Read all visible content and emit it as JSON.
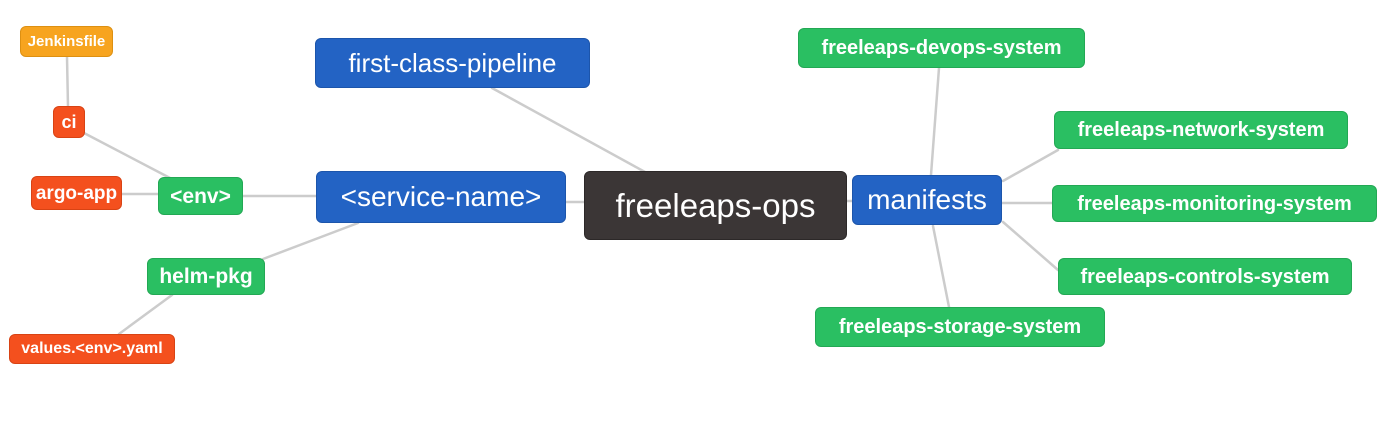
{
  "palette": {
    "blue": "#2363c4",
    "green": "#2abf62",
    "red": "#f4501e",
    "orange": "#f7a41f",
    "dark": "#3b3636",
    "edge_line": "#cccccc",
    "node_text": "#ffffff",
    "background": "#ffffff"
  },
  "nodes": [
    {
      "id": "jenkinsfile",
      "label": "Jenkinsfile",
      "color": "orange"
    },
    {
      "id": "ci",
      "label": "ci",
      "color": "red"
    },
    {
      "id": "argo-app",
      "label": "argo-app",
      "color": "red"
    },
    {
      "id": "env",
      "label": "<env>",
      "color": "green"
    },
    {
      "id": "first-class-pipeline",
      "label": "first-class-pipeline",
      "color": "blue"
    },
    {
      "id": "service-name",
      "label": "<service-name>",
      "color": "blue"
    },
    {
      "id": "freeleaps-ops",
      "label": "freeleaps-ops",
      "color": "dark"
    },
    {
      "id": "manifests",
      "label": "manifests",
      "color": "blue"
    },
    {
      "id": "freeleaps-devops-system",
      "label": "freeleaps-devops-system",
      "color": "green"
    },
    {
      "id": "freeleaps-network-system",
      "label": "freeleaps-network-system",
      "color": "green"
    },
    {
      "id": "freeleaps-monitoring-system",
      "label": "freeleaps-monitoring-system",
      "color": "green"
    },
    {
      "id": "freeleaps-controls-system",
      "label": "freeleaps-controls-system",
      "color": "green"
    },
    {
      "id": "freeleaps-storage-system",
      "label": "freeleaps-storage-system",
      "color": "green"
    },
    {
      "id": "helm-pkg",
      "label": "helm-pkg",
      "color": "green"
    },
    {
      "id": "values-env-yaml",
      "label": "values.<env>.yaml",
      "color": "red"
    }
  ],
  "edges": [
    {
      "from": "jenkinsfile",
      "to": "ci"
    },
    {
      "from": "ci",
      "to": "env"
    },
    {
      "from": "argo-app",
      "to": "env"
    },
    {
      "from": "env",
      "to": "service-name"
    },
    {
      "from": "service-name",
      "to": "helm-pkg"
    },
    {
      "from": "helm-pkg",
      "to": "values-env-yaml"
    },
    {
      "from": "first-class-pipeline",
      "to": "freeleaps-ops"
    },
    {
      "from": "service-name",
      "to": "freeleaps-ops"
    },
    {
      "from": "freeleaps-ops",
      "to": "manifests"
    },
    {
      "from": "manifests",
      "to": "freeleaps-devops-system"
    },
    {
      "from": "manifests",
      "to": "freeleaps-network-system"
    },
    {
      "from": "manifests",
      "to": "freeleaps-monitoring-system"
    },
    {
      "from": "manifests",
      "to": "freeleaps-controls-system"
    },
    {
      "from": "manifests",
      "to": "freeleaps-storage-system"
    }
  ]
}
